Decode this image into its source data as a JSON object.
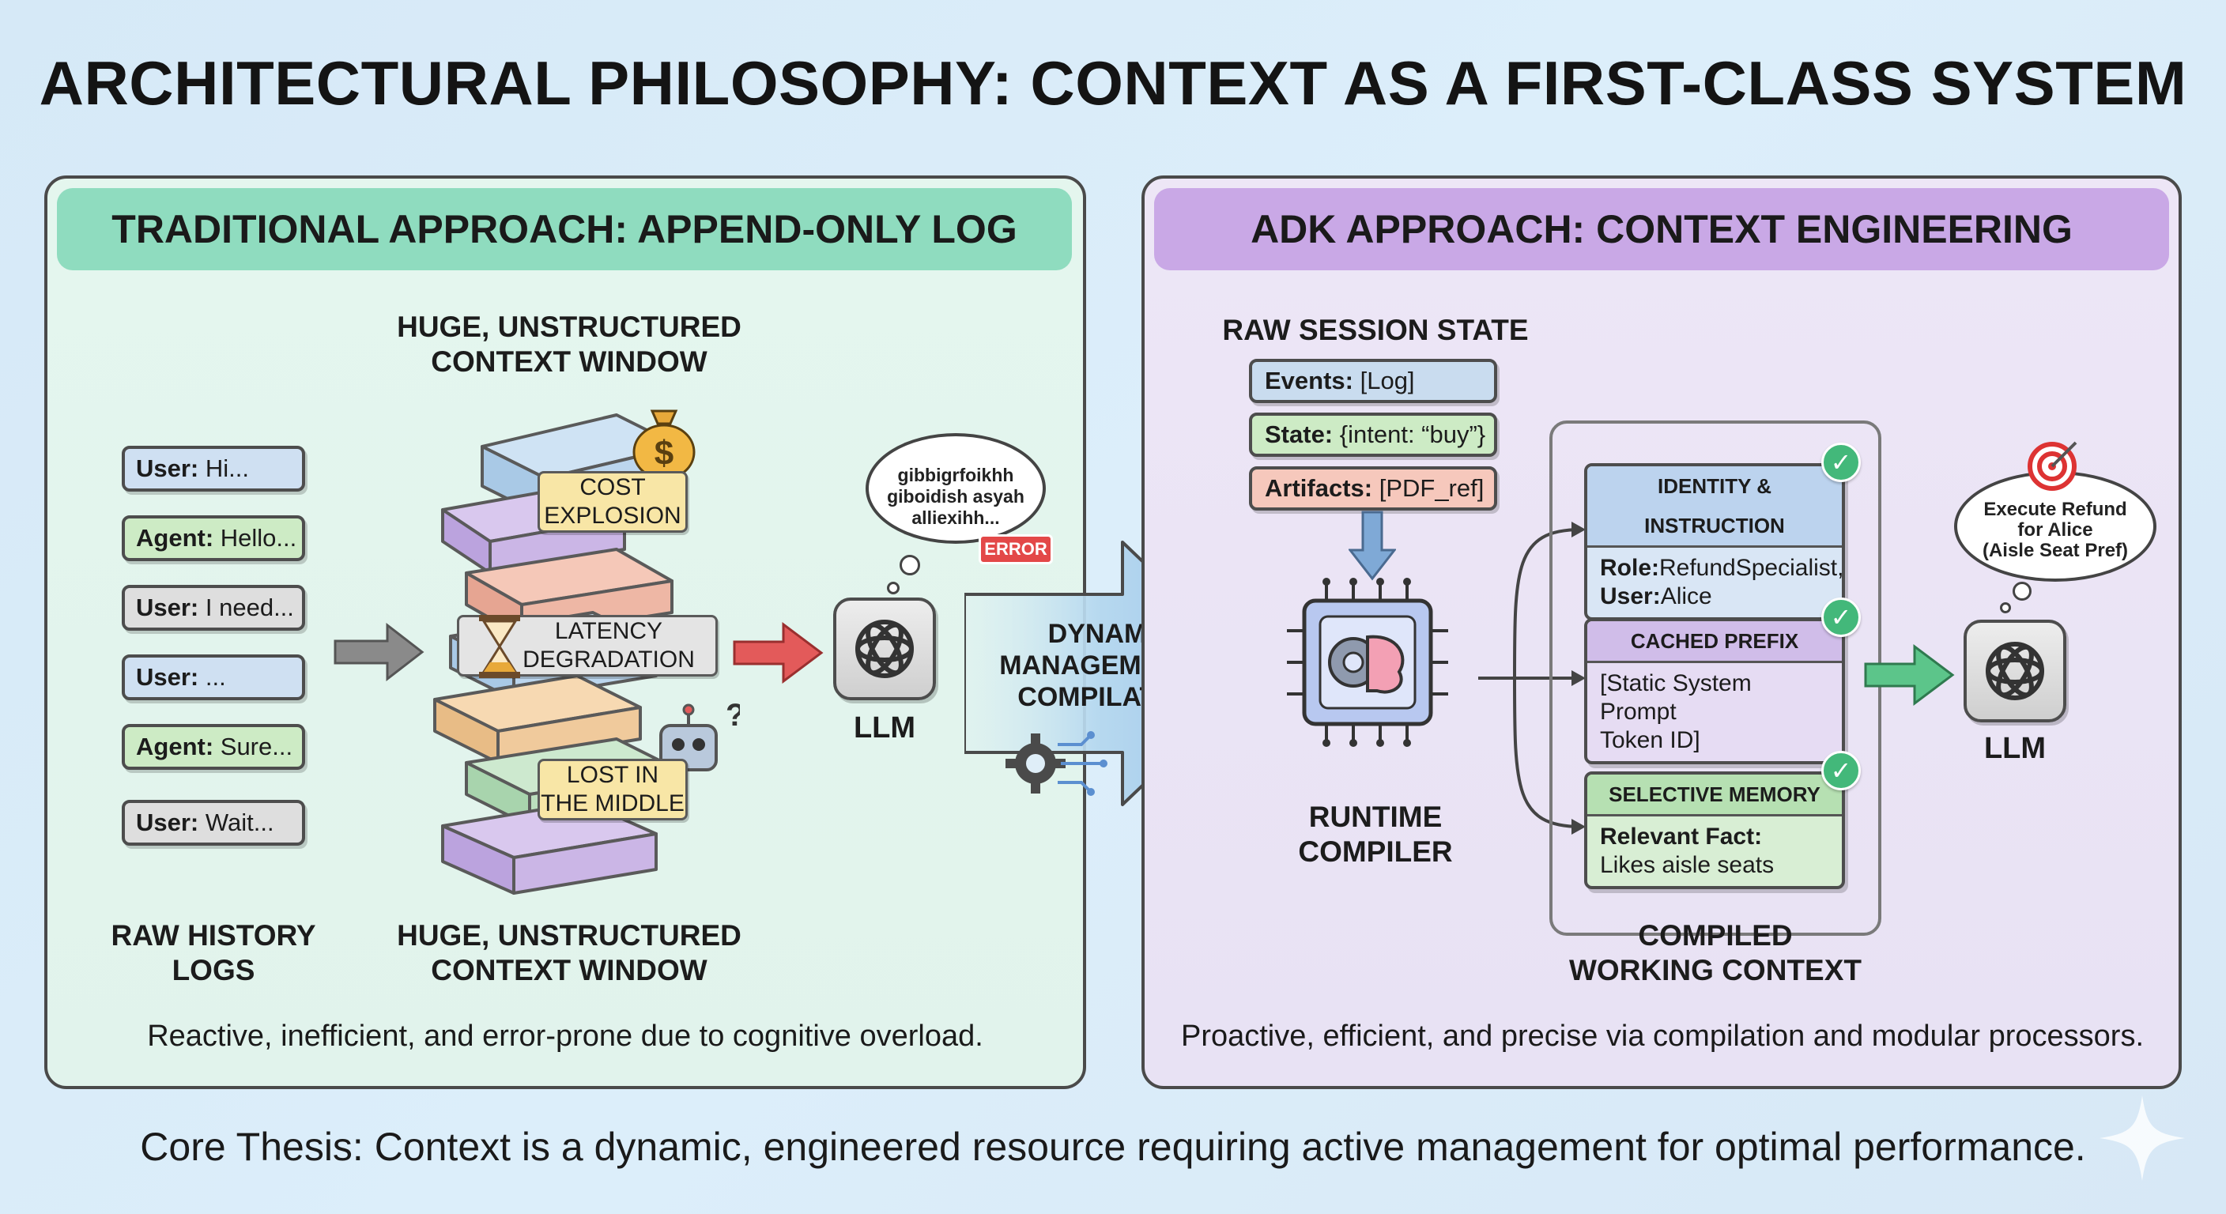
{
  "title": "ARCHITECTURAL PHILOSOPHY: CONTEXT AS A FIRST-CLASS SYSTEM",
  "left": {
    "banner": "TRADITIONAL APPROACH: APPEND-ONLY LOG",
    "top_caption": [
      "HUGE, UNSTRUCTURED",
      "CONTEXT WINDOW"
    ],
    "messages": [
      {
        "role": "User:",
        "text": " Hi..."
      },
      {
        "role": "Agent:",
        "text": " Hello..."
      },
      {
        "role": "User:",
        "text": " I need..."
      },
      {
        "role": "User:",
        "text": " ..."
      },
      {
        "role": "Agent:",
        "text": " Sure..."
      },
      {
        "role": "User:",
        "text": " Wait..."
      }
    ],
    "tags": {
      "cost": [
        "COST",
        "EXPLOSION"
      ],
      "latency": [
        "LATENCY",
        "DEGRADATION"
      ],
      "lost": [
        "LOST IN",
        "THE MIDDLE"
      ]
    },
    "bubble": [
      "gibbigrfoikhh",
      "giboidish asyah",
      "alliexihh..."
    ],
    "error": "ERROR",
    "llm": "LLM",
    "raw_logs": [
      "RAW HISTORY",
      "LOGS"
    ],
    "bottom_caption": [
      "HUGE, UNSTRUCTURED",
      "CONTEXT WINDOW"
    ],
    "summary": "Reactive, inefficient, and error-prone due to cognitive overload."
  },
  "middle": {
    "label": [
      "DYNAMIC",
      "MANAGEMENT &",
      "COMPILATION"
    ]
  },
  "right": {
    "banner": "ADK APPROACH: CONTEXT ENGINEERING",
    "session_caption": "RAW SESSION STATE",
    "state": [
      {
        "key": "Events:",
        "value": " [Log]"
      },
      {
        "key": "State:",
        "value": " {intent: “buy”}"
      },
      {
        "key": "Artifacts:",
        "value": " [PDF_ref]"
      }
    ],
    "compiler": [
      "RUNTIME",
      "COMPILER"
    ],
    "cards": {
      "identity": {
        "head": "IDENTITY & INSTRUCTION",
        "line1_key": "Role:",
        "line1_val": "RefundSpecialist,",
        "line2_key": "User:",
        "line2_val": "Alice"
      },
      "cached": {
        "head": "CACHED PREFIX",
        "line1": "[Static System Prompt",
        "line2": "Token ID]"
      },
      "memory": {
        "head": "SELECTIVE MEMORY",
        "line1": "Relevant Fact:",
        "line2": "Likes aisle seats"
      }
    },
    "compiled": [
      "COMPILED",
      "WORKING CONTEXT"
    ],
    "bubble": [
      "Execute Refund",
      "for Alice",
      "(Aisle Seat Pref)"
    ],
    "llm": "LLM",
    "summary": "Proactive, efficient, and precise via compilation and modular processors."
  },
  "thesis": "Core Thesis: Context is a dynamic, engineered resource requiring active management for optimal performance.",
  "colors": {
    "left_banner": "#8fdcbf",
    "right_banner": "#c9a8e6",
    "arrow_gray": "#8a8a8a",
    "arrow_red": "#e35a5a",
    "arrow_green": "#5cc58a",
    "check_green": "#43b87a"
  }
}
